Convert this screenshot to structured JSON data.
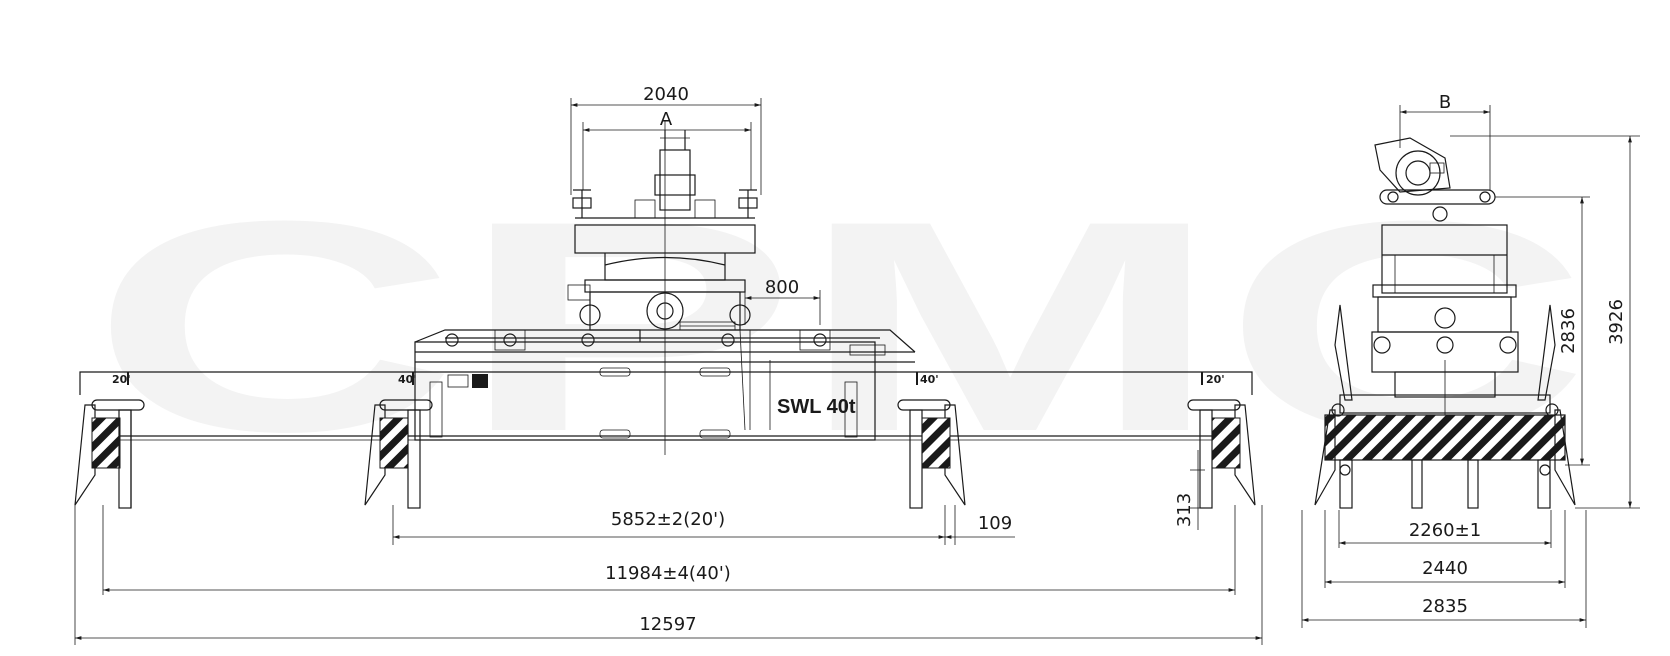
{
  "watermark": "CPMC",
  "labels": {
    "swl": "SWL 40t",
    "mark_20_left": "20'",
    "mark_40_left": "40'",
    "mark_40_right": "40'",
    "mark_20_right": "20'",
    "callout_A": "A",
    "callout_B": "B"
  },
  "dimensions": {
    "top_width": "2040",
    "offset_800": "800",
    "span_20ft": "5852±2(20')",
    "gap_109": "109",
    "span_40ft": "11984±4(40')",
    "overall_length": "12597",
    "height_313": "313",
    "side_2836": "2836",
    "side_3926": "3926",
    "side_2260": "2260±1",
    "side_2440": "2440",
    "side_2835": "2835"
  }
}
